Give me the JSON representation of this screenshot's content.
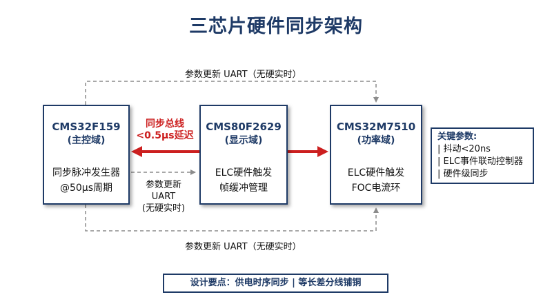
{
  "title": "三芯片硬件同步架构",
  "blocks": [
    {
      "name": "CMS32F159",
      "role": "(主控域)",
      "line1": "同步脉冲发生器",
      "line2": "@50μs周期"
    },
    {
      "name": "CMS80F2629",
      "role": "(显示域)",
      "line1": "ELC硬件触发",
      "line2": "帧缓冲管理"
    },
    {
      "name": "CMS32M7510",
      "role": "(功率域)",
      "line1": "ELC硬件触发",
      "line2": "FOC电流环"
    }
  ],
  "links": {
    "top_label": "参数更新 UART（无硬实时）",
    "bottom_label": "参数更新 UART（无硬实时）",
    "middle_label": [
      "参数更新",
      "UART",
      "(无硬实时)"
    ],
    "bus_label": [
      "同步总线",
      "<0.5μs延迟"
    ]
  },
  "key_params": {
    "title": "关键参数:",
    "items": [
      "| 抖动<20ns",
      "| ELC事件联动控制器",
      "| 硬件级同步"
    ]
  },
  "footer": "设计要点：供电时序同步 | 等长差分线铺铜",
  "colors": {
    "navy": "#1e3a66",
    "red": "#cc1f1f",
    "dashed": "#8c8c8c"
  }
}
